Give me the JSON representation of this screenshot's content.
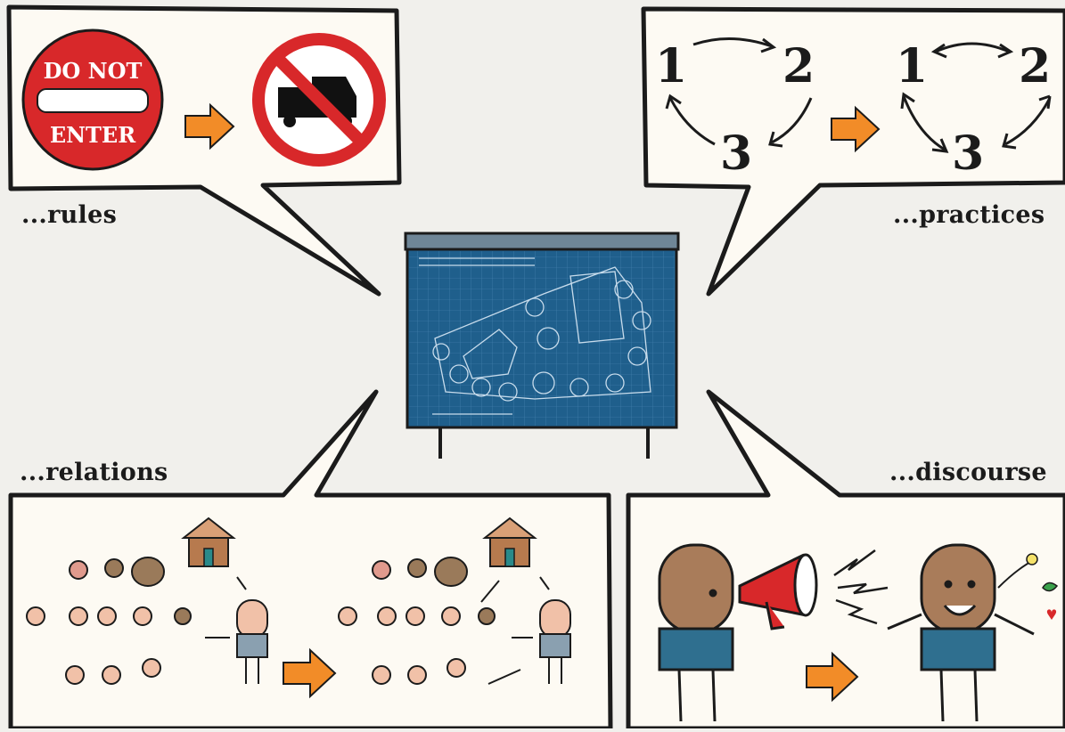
{
  "labels": {
    "rules": "...rules",
    "practices": "...practices",
    "relations": "...relations",
    "discourse": "...discourse"
  },
  "rules_panel": {
    "sign_top": "DO NOT",
    "sign_bottom": "ENTER"
  },
  "practices_panel": {
    "left_cycle": [
      "1",
      "2",
      "3"
    ],
    "right_cycle": [
      "1",
      "2",
      "3"
    ]
  },
  "colors": {
    "background": "#f1f0ec",
    "panel_fill": "#fdfaf3",
    "outline": "#1b1b1b",
    "arrow_orange": "#f28c28",
    "sign_red": "#d8282a",
    "blueprint": "#1f5f8c",
    "skin": "#a97c5a",
    "shirt": "#2f6f8f"
  }
}
